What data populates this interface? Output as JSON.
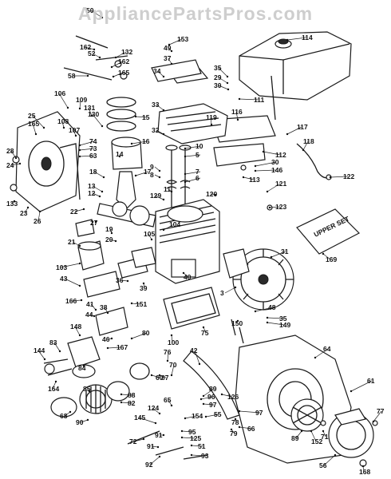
{
  "watermark": "AppliancePartsPros.com",
  "part_numbers": [
    "50",
    "153",
    "114",
    "52",
    "162",
    "132",
    "49",
    "162",
    "37",
    "58",
    "165",
    "35",
    "29",
    "30",
    "34",
    "111",
    "106",
    "109",
    "131",
    "15",
    "33",
    "119",
    "116",
    "117",
    "25",
    "108",
    "130",
    "32",
    "165",
    "107",
    "74",
    "73",
    "63",
    "16",
    "14",
    "10",
    "5",
    "112",
    "118",
    "28",
    "24",
    "9",
    "8",
    "7",
    "30",
    "146",
    "122",
    "18",
    "17",
    "113",
    "13",
    "12",
    "11",
    "129",
    "6",
    "120",
    "121",
    "22",
    "27",
    "104",
    "123",
    "133",
    "23",
    "26",
    "21",
    "20",
    "105",
    "19",
    "169",
    "103",
    "31",
    "43",
    "36",
    "39",
    "40",
    "3",
    "166",
    "44",
    "41",
    "38",
    "48",
    "35",
    "149",
    "150",
    "148",
    "80",
    "46",
    "75",
    "100",
    "144",
    "83",
    "84",
    "167",
    "76",
    "42",
    "64",
    "70",
    "60",
    "87",
    "61",
    "164",
    "85",
    "88",
    "82",
    "89",
    "96",
    "97",
    "126",
    "65",
    "77",
    "124",
    "154",
    "55",
    "97",
    "68",
    "90",
    "145",
    "95",
    "78",
    "125",
    "79",
    "66",
    "89",
    "152",
    "71",
    "72",
    "91",
    "91",
    "51",
    "93",
    "92",
    "56",
    "168",
    "151",
    "48"
  ],
  "product_label": "UPPER SET"
}
